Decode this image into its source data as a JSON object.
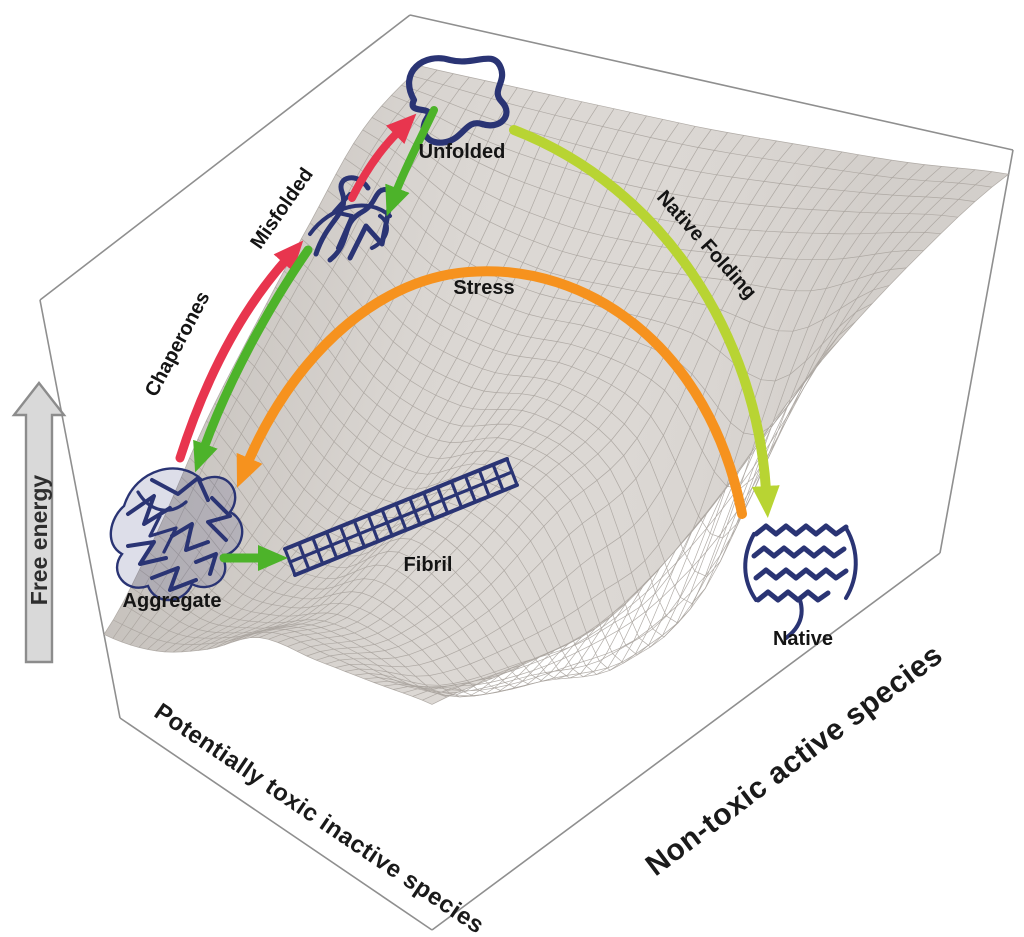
{
  "diagram": {
    "axis_labels": {
      "z": "Free energy",
      "x": "Potentially toxic inactive species",
      "y": "Non-toxic active species"
    },
    "states": {
      "unfolded": "Unfolded",
      "misfolded": "Misfolded",
      "aggregate": "Aggregate",
      "fibril": "Fibril",
      "native": "Native"
    },
    "processes": {
      "chaperones": "Chaperones",
      "stress": "Stress",
      "native_folding": "Native Folding"
    },
    "colors": {
      "surface": "#dcd8d4",
      "mesh_line": "#aaa49f",
      "box_line": "#8f8f8f",
      "protein": "#2a3474",
      "arrow_red": "#e8354e",
      "arrow_green": "#4db32a",
      "arrow_orange": "#f6921e",
      "arrow_yellowgreen": "#b8d433",
      "label_text": "#141414",
      "axis_text": "#1a1a1a",
      "free_energy_arrow_fill": "#d9d9d9",
      "free_energy_arrow_stroke": "#8c8c8c"
    }
  }
}
